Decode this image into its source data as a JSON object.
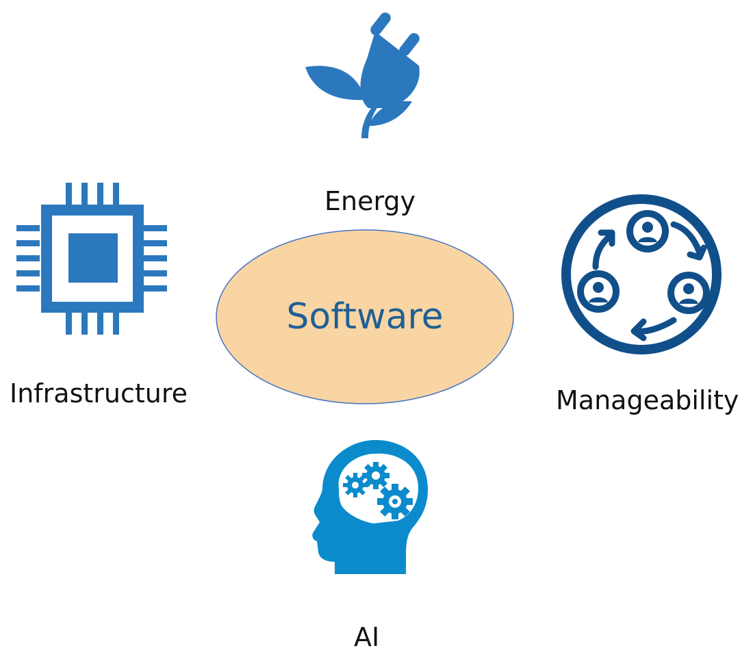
{
  "center": {
    "label": "Software",
    "fill_color": "#f8d5a3",
    "stroke_color": "#4472c4",
    "text_color": "#1f5f95"
  },
  "nodes": {
    "energy": {
      "label": "Energy",
      "icon": "plug-sprout-icon",
      "color": "#2b78be"
    },
    "infrastructure": {
      "label": "Infrastructure",
      "icon": "cpu-chip-icon",
      "color": "#2b78be"
    },
    "manageability": {
      "label": "Manageability",
      "icon": "people-cycle-icon",
      "color": "#114f8a"
    },
    "ai": {
      "label": "AI",
      "icon": "head-gears-icon",
      "color": "#0b8bcc"
    }
  }
}
